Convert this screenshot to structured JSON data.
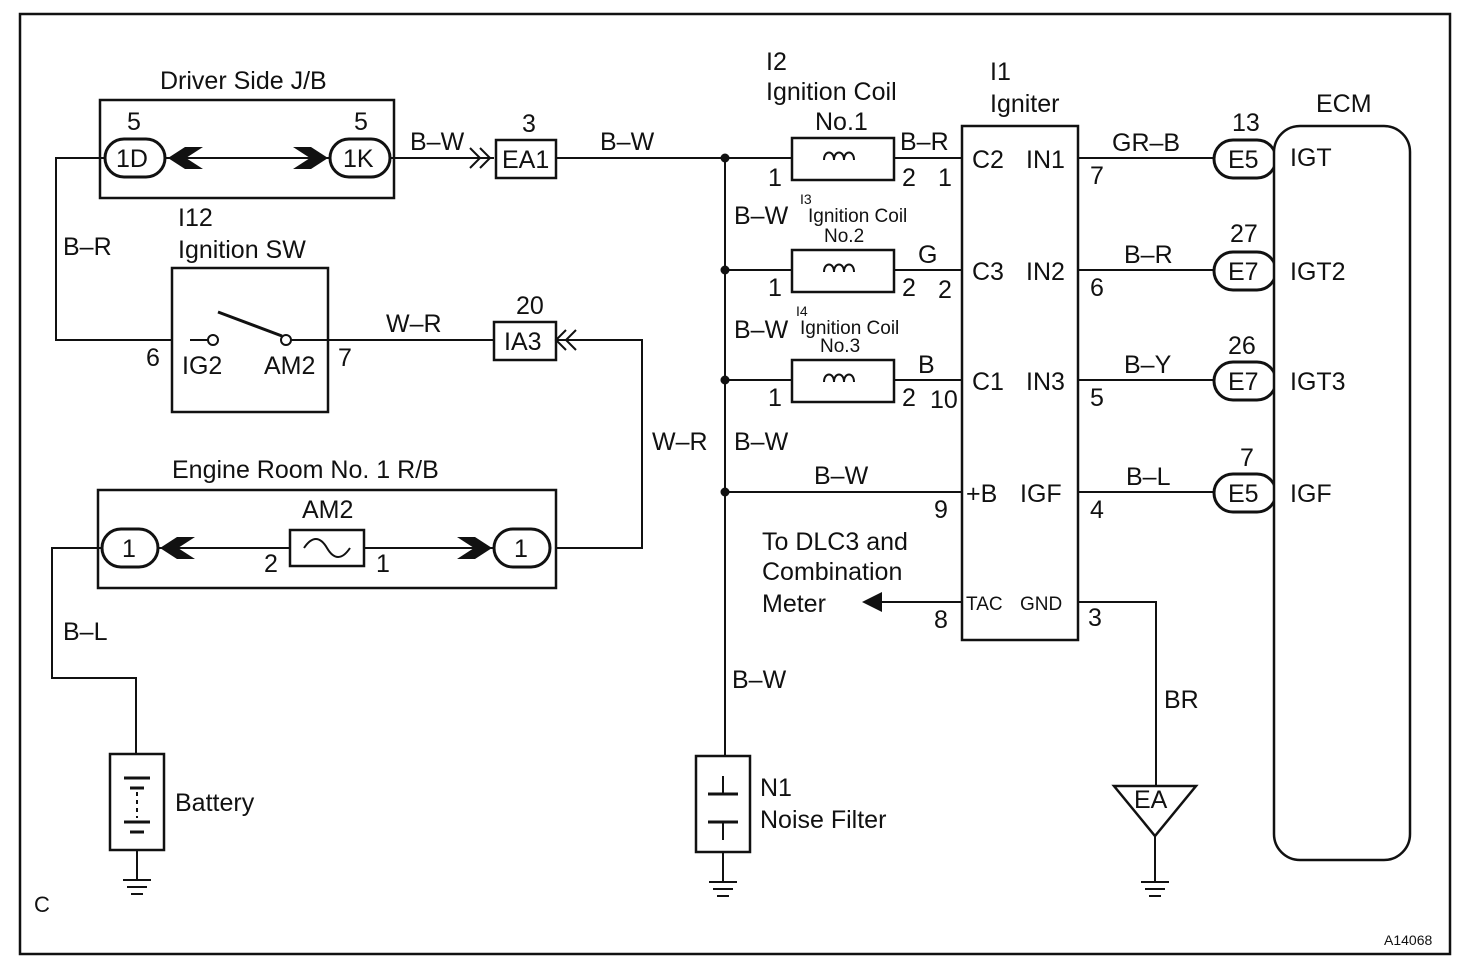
{
  "corner_label": "C",
  "figure_id": "A14068",
  "driver_jb": {
    "title": "Driver Side J/B",
    "left_pin": "5",
    "left_conn": "1D",
    "right_pin": "5",
    "right_conn": "1K"
  },
  "ea1": {
    "pin": "3",
    "name": "EA1"
  },
  "ignition_sw": {
    "ref": "I12",
    "title": "Ignition SW",
    "ig2": "IG2",
    "am2": "AM2",
    "pin_left": "6",
    "pin_right": "7"
  },
  "ia3": {
    "pin": "20",
    "name": "IA3"
  },
  "engine_rb": {
    "title": "Engine Room No. 1 R/B",
    "fuse": "AM2",
    "left_conn": "1",
    "right_conn": "1",
    "fuse_pin_left": "2",
    "fuse_pin_right": "1"
  },
  "battery": {
    "label": "Battery"
  },
  "noise_filter": {
    "ref": "N1",
    "label": "Noise Filter"
  },
  "coil1": {
    "ref": "I2",
    "title": "Ignition Coil",
    "sub": "No.1",
    "pin1": "1",
    "pin2": "2"
  },
  "coil2": {
    "ref": "I3",
    "title": "Ignition Coil",
    "sub": "No.2",
    "pin1": "1",
    "pin2": "2"
  },
  "coil3": {
    "ref": "I4",
    "title": "Ignition Coil",
    "sub": "No.3",
    "pin1": "1",
    "pin2": "2"
  },
  "igniter": {
    "ref": "I1",
    "title": "Igniter",
    "left_pins": [
      "C2",
      "C3",
      "C1",
      "+B",
      "TAC"
    ],
    "right_pins": [
      "IN1",
      "IN2",
      "IN3",
      "IGF",
      "GND"
    ],
    "left_nums": [
      "1",
      "2",
      "10",
      "9",
      "8"
    ],
    "right_nums": [
      "7",
      "6",
      "5",
      "4",
      "3"
    ]
  },
  "ecm": {
    "title": "ECM",
    "pins": [
      "IGT",
      "IGT2",
      "IGT3",
      "IGF"
    ],
    "conns": [
      "E5",
      "E7",
      "E7",
      "E5"
    ],
    "nums": [
      "13",
      "27",
      "26",
      "7"
    ]
  },
  "wires": {
    "jb_to_ea1": "B–W",
    "ea1_to_coils": "B–W",
    "left_drop": "B–R",
    "sw_to_ia3": "W–R",
    "ia3_drop": "W–R",
    "bus_label": "B–W",
    "bus_b": "B–W",
    "bus_c": "B–W",
    "bus_d": "B–W",
    "plusb": "B–W",
    "bottom_bus": "B–W",
    "battery_feed": "B–L",
    "coil1_out": "B–R",
    "coil2_out": "G",
    "coil3_out": "B",
    "in1": "GR–B",
    "in2": "B–R",
    "in3": "B–Y",
    "igf": "B–L",
    "gnd": "BR"
  },
  "dlc": {
    "line1": "To DLC3 and",
    "line2": "Combination",
    "line3": "Meter"
  },
  "ground_ea": {
    "label": "EA"
  }
}
